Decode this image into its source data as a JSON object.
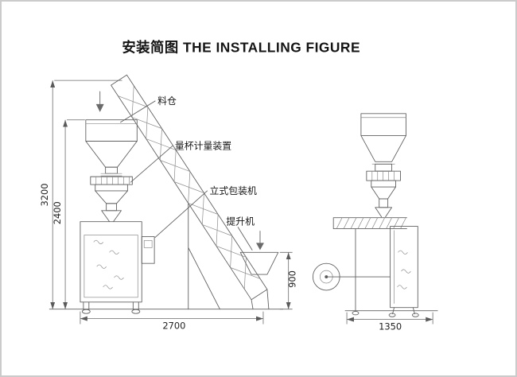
{
  "title": "安装简图 THE INSTALLING FIGURE",
  "callouts": {
    "hopper": "料仓",
    "measuring_device": "量杯计量装置",
    "packing_machine": "立式包装机",
    "elevator": "提升机"
  },
  "dimensions": {
    "overall_height": "3200",
    "machine_height": "2400",
    "front_width": "2700",
    "inlet_height": "900",
    "side_width": "1350"
  },
  "colors": {
    "line": "#606060",
    "text": "#141414",
    "background": "#ffffff",
    "border": "#cbcbcb"
  }
}
